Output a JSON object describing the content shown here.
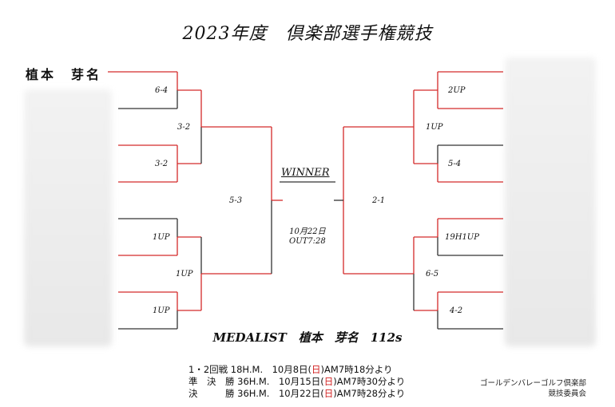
{
  "title": "2023年度　倶楽部選手権競技",
  "top_player": "植本　芽名",
  "winner_label": "WINNER",
  "final_date": "10月22日",
  "final_time": "OUT7:28",
  "scores": {
    "left_r1_1": "6-4",
    "left_r1_2": "3-2",
    "left_r1_3": "1UP",
    "left_r1_4": "1UP",
    "left_qf_1": "3-2",
    "left_qf_2": "1UP",
    "left_sf": "5-3",
    "right_r1_1": "2UP",
    "right_r1_2": "5-4",
    "right_r1_3": "19H1UP",
    "right_r1_4": "4-2",
    "right_qf_1": "1UP",
    "right_qf_2": "6-5",
    "right_sf": "2-1"
  },
  "medalist": "MEDALIST　植本　芽名　112s",
  "schedule": [
    {
      "label": "1・2回戦 18H.M.",
      "date": "10月8日(",
      "day": "日",
      "time": ")AM7時18分より"
    },
    {
      "label": "準　決　勝 36H.M.",
      "date": "10月15日(",
      "day": "日",
      "time": ")AM7時30分より"
    },
    {
      "label": "決　　　勝 36H.M.",
      "date": "10月22日(",
      "day": "日",
      "time": ")AM7時28分より"
    }
  ],
  "organizer": [
    "ゴールデンバレーゴルフ倶楽部",
    "競技委員会"
  ],
  "colors": {
    "win_line": "#d42a2a",
    "line": "#333333"
  }
}
